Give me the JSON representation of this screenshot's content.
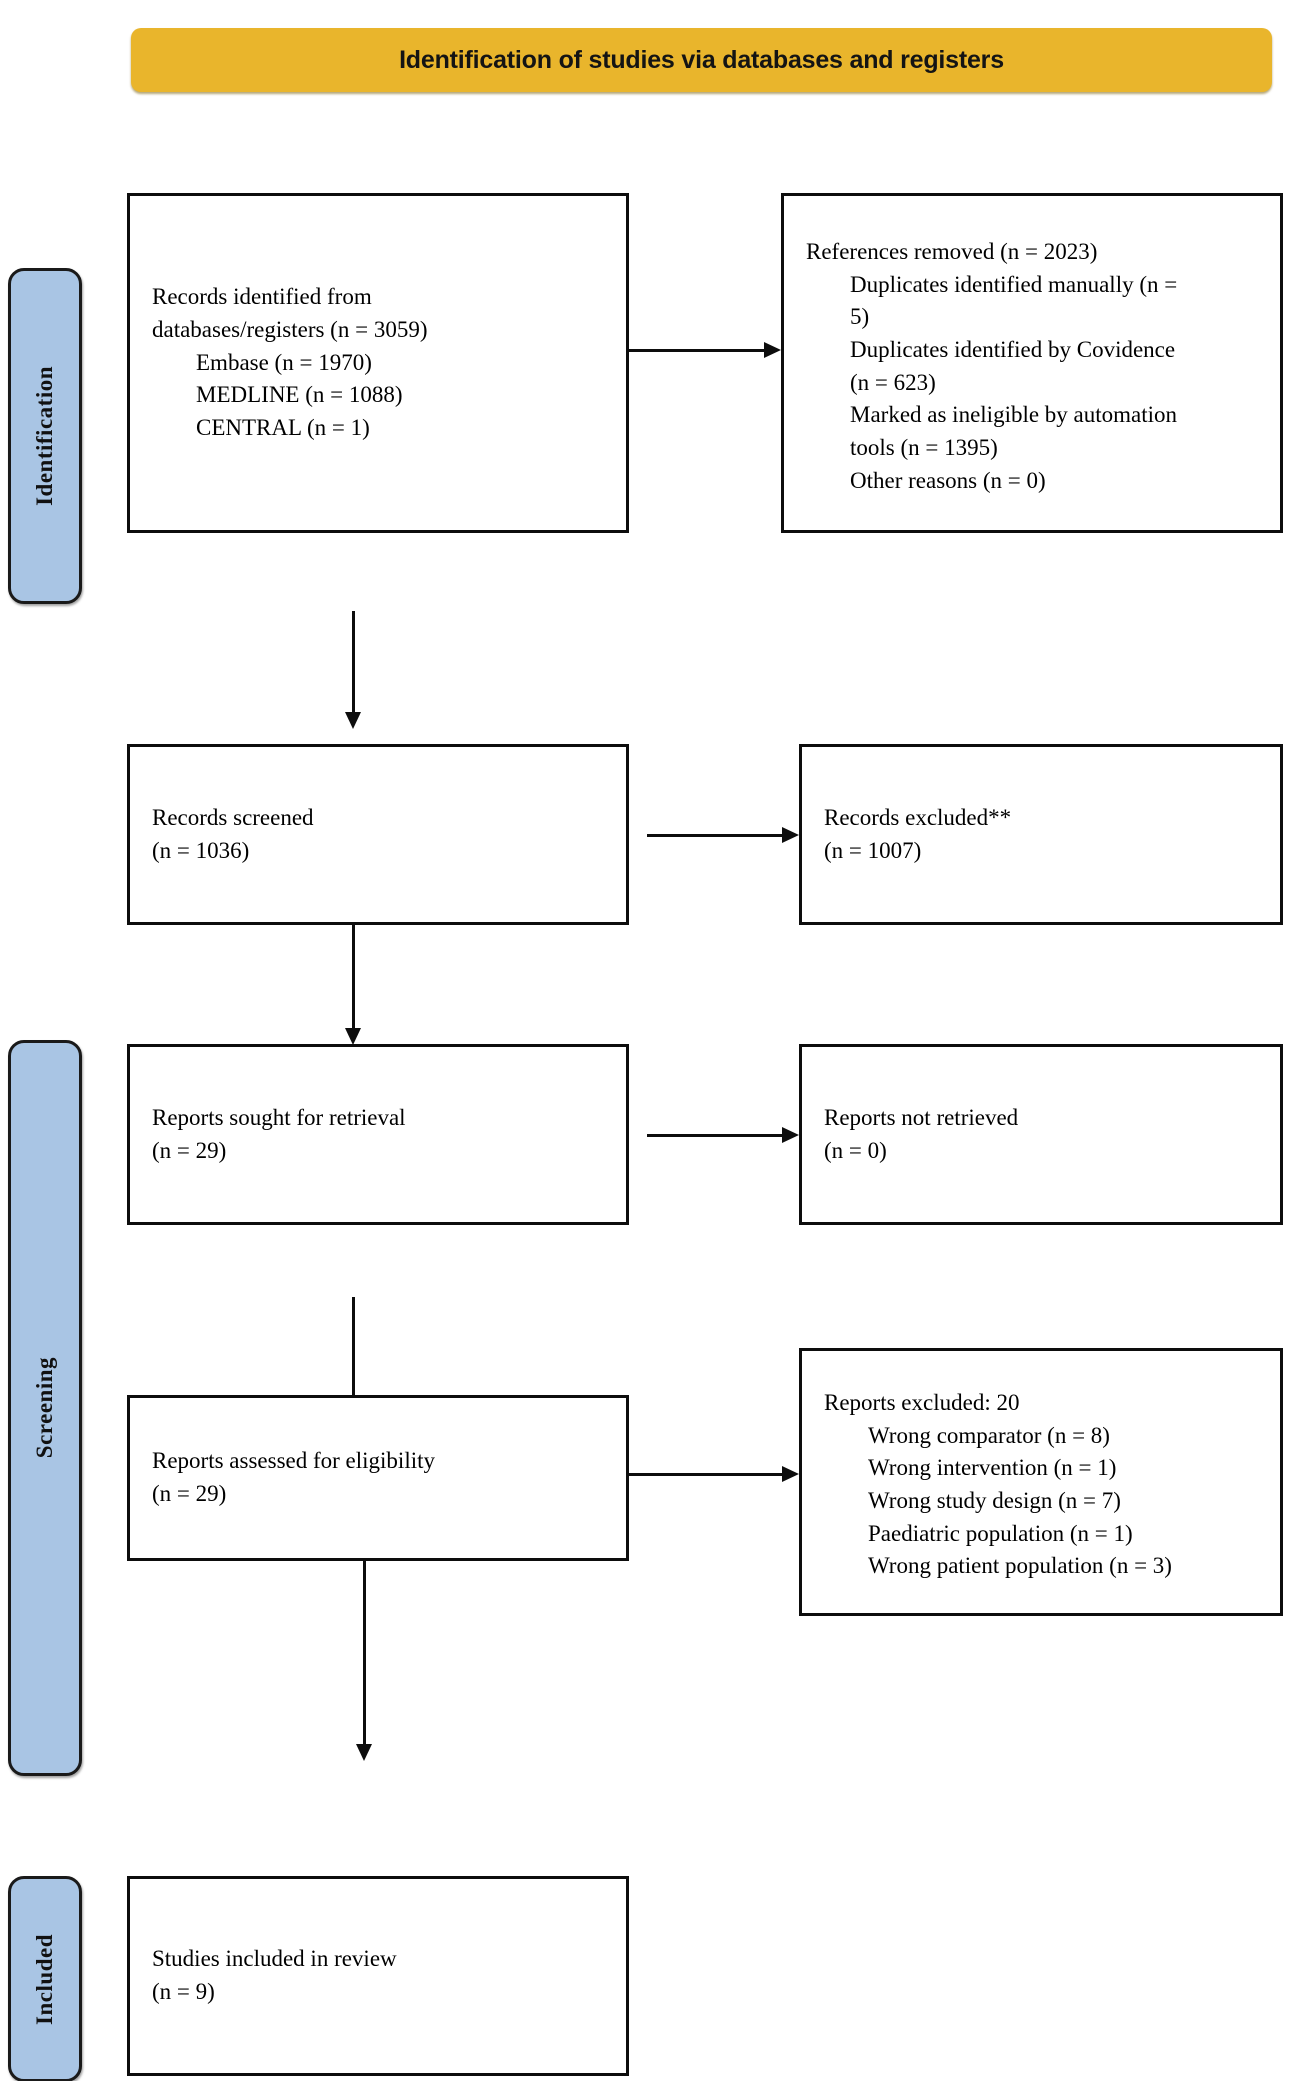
{
  "banner": {
    "title": "Identification of studies via databases and registers",
    "color": "#E9B52C"
  },
  "stages": {
    "identification": "Identification",
    "screening": "Screening",
    "included": "Included",
    "color": "#A9C5E4"
  },
  "boxes": {
    "records_identified": {
      "lines": [
        "Records identified from",
        "databases/registers (n = 3059)",
        "Embase (n = 1970)",
        "MEDLINE (n = 1088)",
        "CENTRAL (n = 1)"
      ]
    },
    "references_removed": {
      "lines": [
        "References removed (n = 2023)",
        "Duplicates identified manually (n =",
        "5)",
        "Duplicates identified by Covidence",
        "(n = 623)",
        "Marked as ineligible by automation",
        "tools (n = 1395)",
        "Other reasons (n = 0)"
      ]
    },
    "records_screened": {
      "lines": [
        "Records screened",
        "(n = 1036)"
      ]
    },
    "records_excluded": {
      "lines": [
        "Records excluded**",
        "(n = 1007)"
      ]
    },
    "reports_sought": {
      "lines": [
        "Reports sought for retrieval",
        "(n = 29)"
      ]
    },
    "reports_not_retrieved": {
      "lines": [
        "Reports not retrieved",
        "(n = 0)"
      ]
    },
    "reports_assessed": {
      "lines": [
        "Reports assessed for eligibility",
        "(n = 29)"
      ]
    },
    "reports_excluded": {
      "lines": [
        "Reports excluded: 20",
        "Wrong comparator (n = 8)",
        "Wrong intervention (n = 1)",
        "Wrong study design (n = 7)",
        "Paediatric population (n = 1)",
        "Wrong patient population (n = 3)"
      ]
    },
    "studies_included": {
      "lines": [
        "Studies included in review",
        "(n = 9)"
      ]
    }
  }
}
